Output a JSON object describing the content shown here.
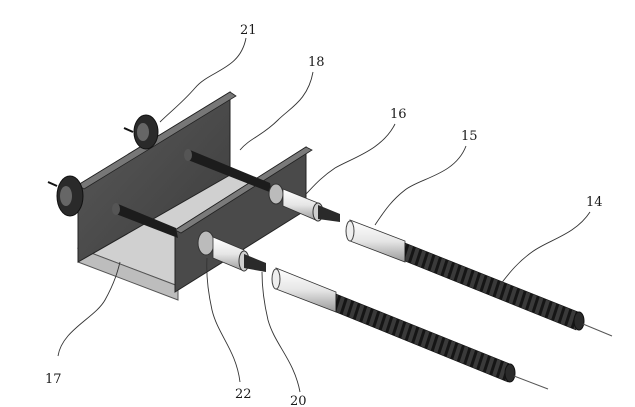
{
  "figure": {
    "callouts": {
      "c21": "21",
      "c18": "18",
      "c16": "16",
      "c15": "15",
      "c14": "14",
      "c17": "17",
      "c22": "22",
      "c20": "20"
    }
  }
}
